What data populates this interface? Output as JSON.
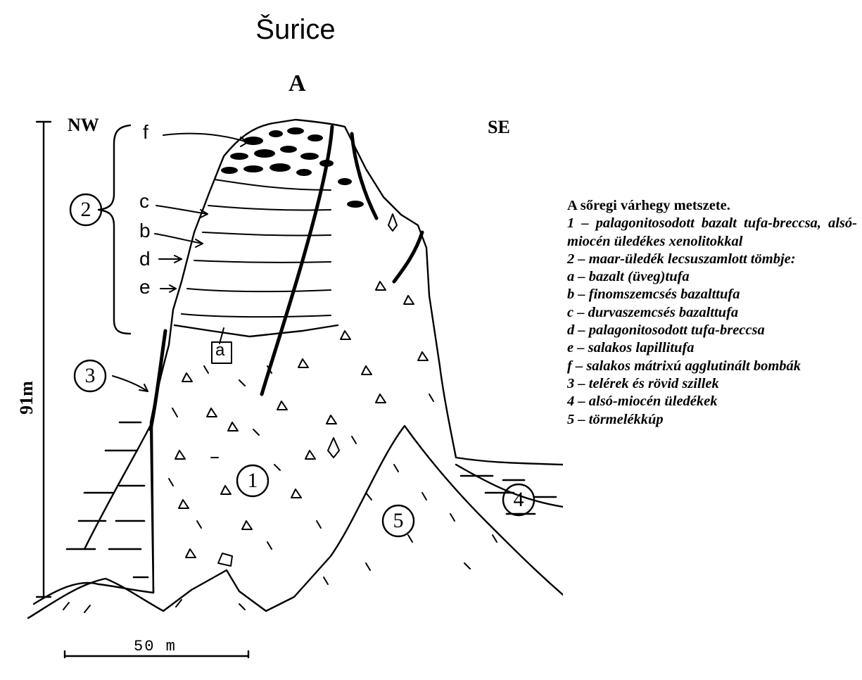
{
  "diagram": {
    "title": "Šurice",
    "section_letter": "A",
    "direction_left": "NW",
    "direction_right": "SE",
    "height_scale_label": "91m",
    "width_scale_label": "50 m",
    "layer_letters": [
      "f",
      "c",
      "b",
      "d",
      "e",
      "a"
    ],
    "unit_numbers": [
      "1",
      "2",
      "3",
      "4",
      "5"
    ]
  },
  "legend": {
    "title": "A sőregi várhegy metszete.",
    "items": [
      "1 – palagonitosodott bazalt tufa-breccsa, alsó-miocén üledékes xenolitokkal",
      "2 – maar-üledék lecsuszamlott tömbje:",
      "a – bazalt (üveg)tufa",
      "b – finomszemcsés bazalttufa",
      "c – durvaszemcsés bazalttufa",
      "d – palagonitosodott tufa-breccsa",
      "e – salakos lapillitufa",
      "f – salakos mátrixú agglutinált bombák",
      "3 – telérek és rövid szillek",
      "4 – alsó-miocén üledékek",
      "5 – törmelékkúp"
    ]
  }
}
